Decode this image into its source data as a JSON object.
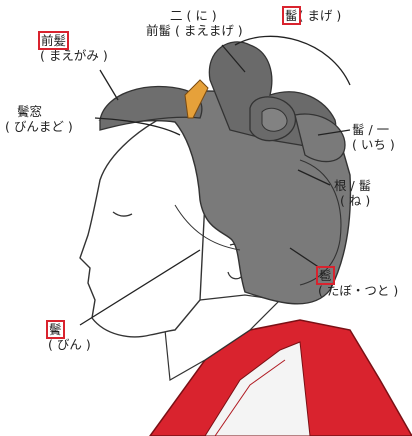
{
  "labels": {
    "mage": {
      "term": "髷",
      "reading": "( まげ )"
    },
    "futani": {
      "line1": "二 ( に )",
      "line2": "前髷 ( まえまげ )"
    },
    "maegami": {
      "term": "前髪",
      "reading": "( まえがみ )"
    },
    "binmado": {
      "term": "鬢窓",
      "reading": "( びんまど )"
    },
    "ichi": {
      "term": "髷 / 一",
      "reading": "( いち )"
    },
    "ne": {
      "term": "根 / 髷",
      "reading": "( ね )"
    },
    "tabo": {
      "term": "髱",
      "reading": "( たぼ・つと )"
    },
    "bin": {
      "term": "鬢",
      "reading": "( びん )"
    }
  },
  "colors": {
    "hair": "#7a7a7a",
    "hair_dark": "#5e5e5e",
    "skin": "#ffffff",
    "kimono": "#d9232e",
    "kushi": "#e6a13a",
    "highlight": "#d9232e"
  }
}
